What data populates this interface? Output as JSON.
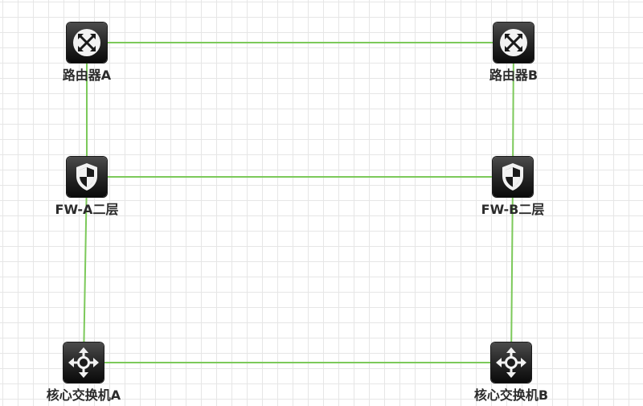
{
  "nodes": {
    "router_a": {
      "label": "路由器A",
      "icon": "router-icon"
    },
    "router_b": {
      "label": "路由器B",
      "icon": "router-icon"
    },
    "fw_a": {
      "label": "FW-A二层",
      "icon": "firewall-shield-icon"
    },
    "fw_b": {
      "label": "FW-B二层",
      "icon": "firewall-shield-icon"
    },
    "core_sw_a": {
      "label": "核心交换机A",
      "icon": "core-switch-icon"
    },
    "core_sw_b": {
      "label": "核心交换机B",
      "icon": "core-switch-icon"
    }
  },
  "links": [
    [
      "router_a",
      "router_b"
    ],
    [
      "router_a",
      "fw_a"
    ],
    [
      "router_b",
      "fw_b"
    ],
    [
      "fw_a",
      "fw_b"
    ],
    [
      "fw_a",
      "core_sw_a"
    ],
    [
      "fw_b",
      "core_sw_b"
    ],
    [
      "core_sw_a",
      "core_sw_b"
    ]
  ],
  "colors": {
    "link": "#7cc95a",
    "grid": "#e6e6e6",
    "label": "#2b2b2b"
  }
}
